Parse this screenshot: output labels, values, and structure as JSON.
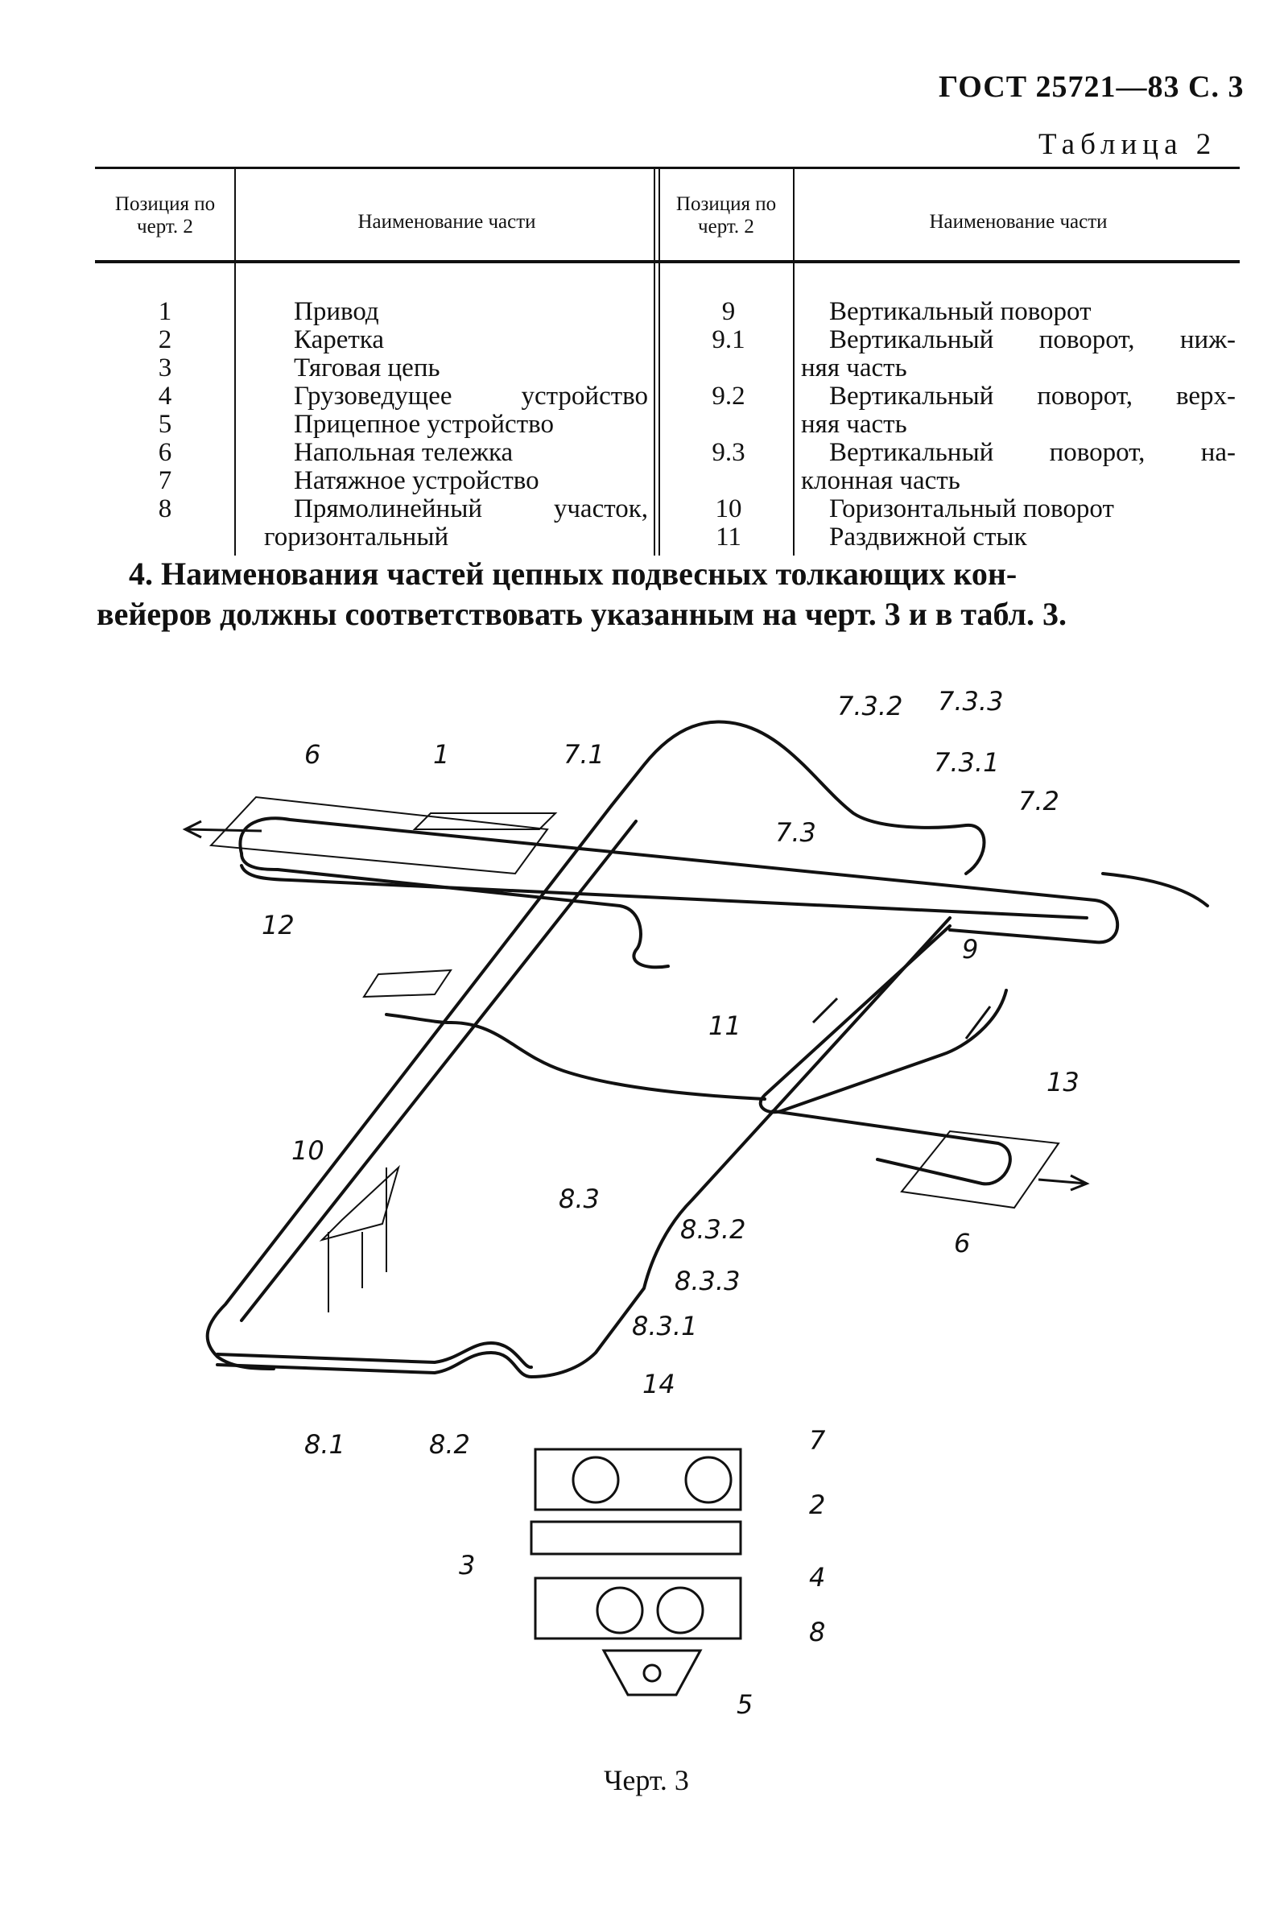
{
  "page_header": "ГОСТ 25721—83 С. 3",
  "table_caption": "Таблица 2",
  "table": {
    "headers": {
      "pos_left": "Позиция по черт. 2",
      "name_left": "Наименование части",
      "pos_right": "Позиция по черт. 2",
      "name_right": "Наименование части"
    },
    "left_rows": [
      {
        "pos": "1",
        "name": "Привод"
      },
      {
        "pos": "2",
        "name": "Каретка"
      },
      {
        "pos": "3",
        "name": "Тяговая цепь"
      },
      {
        "pos": "4",
        "name": "Грузоведущее устройство"
      },
      {
        "pos": "5",
        "name": "Прицепное устройство"
      },
      {
        "pos": "6",
        "name": "Напольная тележка"
      },
      {
        "pos": "7",
        "name": "Натяжное устройство"
      },
      {
        "pos": "8",
        "name": "Прямолинейный участок,"
      }
    ],
    "left_cont": "горизонтальный",
    "right_rows": [
      {
        "pos": "9",
        "line1": "Вертикальный поворот",
        "line2": ""
      },
      {
        "pos": "9.1",
        "line1": "Вертикальный поворот, ниж-",
        "line2": "няя часть"
      },
      {
        "pos": "9.2",
        "line1": "Вертикальный поворот, верх-",
        "line2": "няя часть"
      },
      {
        "pos": "9.3",
        "line1": "Вертикальный поворот, на-",
        "line2": "клонная часть"
      },
      {
        "pos": "10",
        "line1": "Горизонтальный поворот",
        "line2": ""
      },
      {
        "pos": "11",
        "line1": "Раздвижной стык",
        "line2": ""
      }
    ]
  },
  "paragraph": {
    "line1": "4. Наименования частей цепных подвесных толкающих кон-",
    "line2": "вейеров должны соответствовать указанным на черт. 3 и в табл. 3."
  },
  "labels": [
    "6",
    "1",
    "7.1",
    "7.3.2",
    "7.3.3",
    "7.3.1",
    "7.2",
    "7.3",
    "12",
    "9",
    "11",
    "13",
    "10",
    "8.3",
    "8.3.2",
    "8.3.3",
    "8.3.1",
    "6",
    "14",
    "8.1",
    "8.2",
    "7",
    "2",
    "3",
    "4",
    "8",
    "5"
  ],
  "figure_caption": "Черт. 3"
}
